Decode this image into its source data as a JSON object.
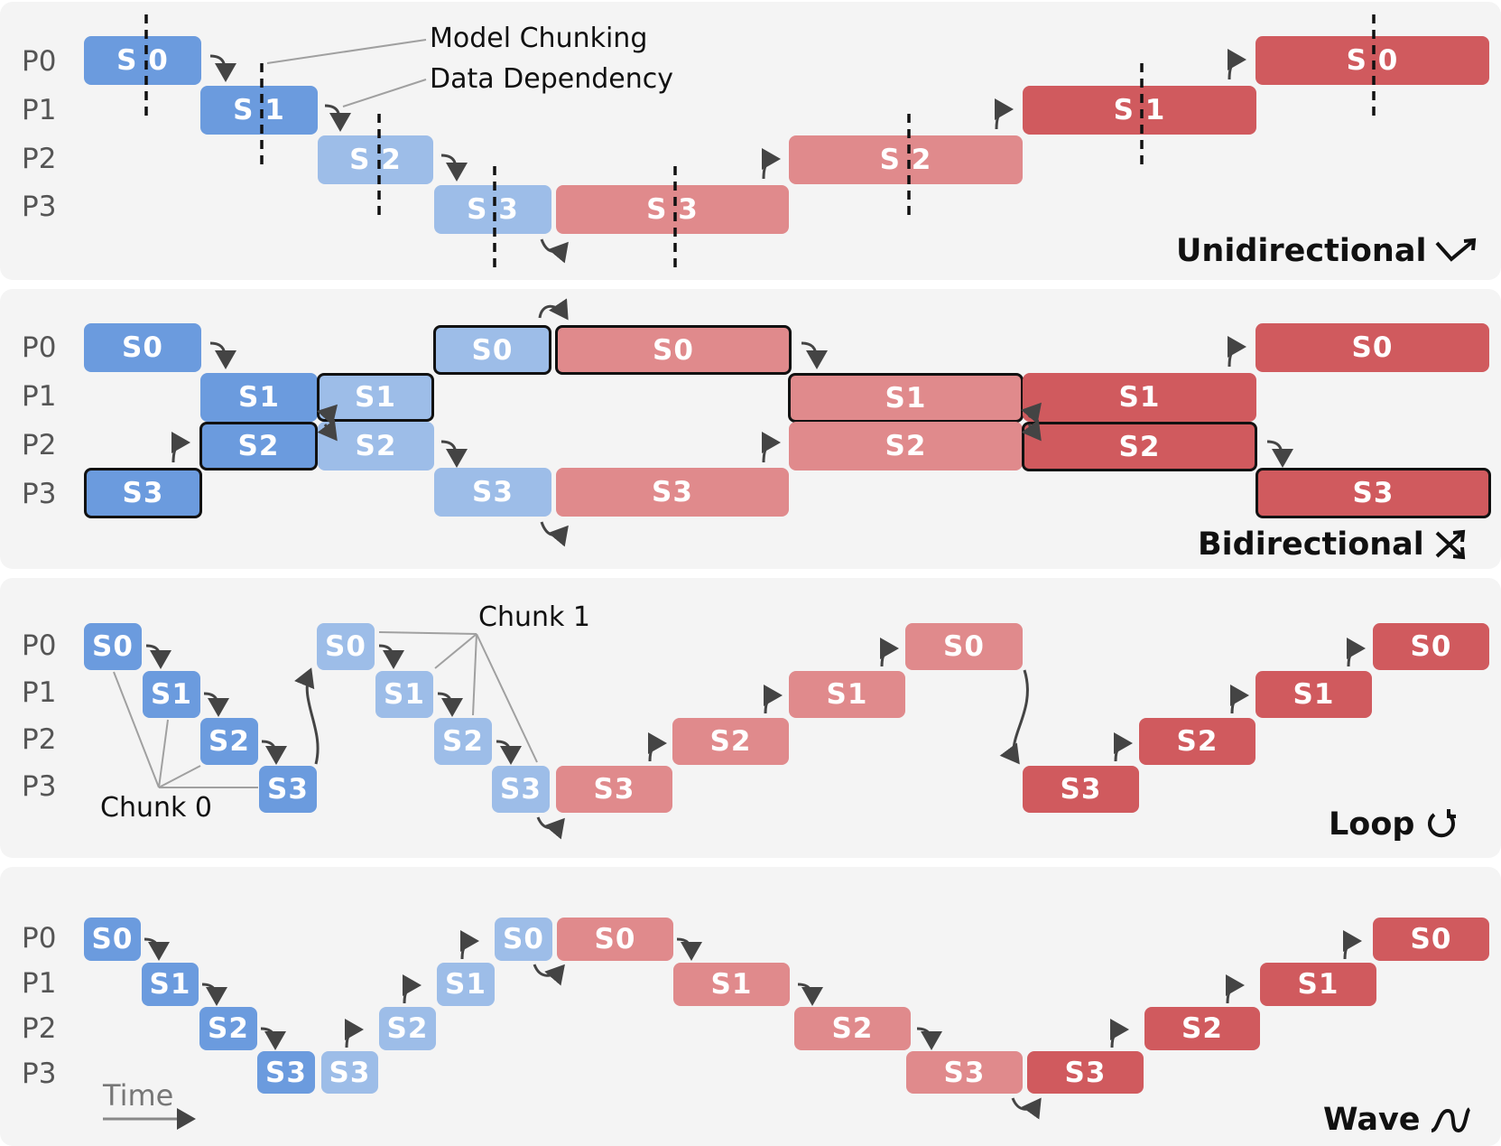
{
  "processors": [
    "P0",
    "P1",
    "P2",
    "P3"
  ],
  "panels": [
    {
      "title": "Unidirectional",
      "icon": "unidirectional-icon",
      "annotations": [
        "Model Chunking",
        "Data Dependency"
      ],
      "blocks": [
        {
          "label": "S 0",
          "color": "b1"
        },
        {
          "label": "S 1",
          "color": "b1"
        },
        {
          "label": "S 2",
          "color": "b2"
        },
        {
          "label": "S 3",
          "color": "b2"
        },
        {
          "label": "S 3",
          "color": "r1"
        },
        {
          "label": "S 2",
          "color": "r1"
        },
        {
          "label": "S 1",
          "color": "r2"
        },
        {
          "label": "S 0",
          "color": "r2"
        }
      ]
    },
    {
      "title": "Bidirectional",
      "icon": "bidirectional-icon",
      "blocks": [
        {
          "label": "S0",
          "color": "b1"
        },
        {
          "label": "S1",
          "color": "b1"
        },
        {
          "label": "S2",
          "color": "b1"
        },
        {
          "label": "S3",
          "color": "b1"
        },
        {
          "label": "S1",
          "color": "b2"
        },
        {
          "label": "S2",
          "color": "b2"
        },
        {
          "label": "S0",
          "color": "b2"
        },
        {
          "label": "S3",
          "color": "b2"
        },
        {
          "label": "S0",
          "color": "r1"
        },
        {
          "label": "S3",
          "color": "r1"
        },
        {
          "label": "S1",
          "color": "r1"
        },
        {
          "label": "S2",
          "color": "r1"
        },
        {
          "label": "S1",
          "color": "r2"
        },
        {
          "label": "S2",
          "color": "r2"
        },
        {
          "label": "S0",
          "color": "r2"
        },
        {
          "label": "S3",
          "color": "r2"
        }
      ]
    },
    {
      "title": "Loop",
      "icon": "loop-icon",
      "annotations": [
        "Chunk 1",
        "Chunk 0"
      ],
      "blocks": [
        {
          "label": "S0",
          "color": "b1"
        },
        {
          "label": "S1",
          "color": "b1"
        },
        {
          "label": "S2",
          "color": "b1"
        },
        {
          "label": "S3",
          "color": "b1"
        },
        {
          "label": "S0",
          "color": "b2"
        },
        {
          "label": "S1",
          "color": "b2"
        },
        {
          "label": "S2",
          "color": "b2"
        },
        {
          "label": "S3",
          "color": "b2"
        },
        {
          "label": "S3",
          "color": "r1"
        },
        {
          "label": "S2",
          "color": "r1"
        },
        {
          "label": "S1",
          "color": "r1"
        },
        {
          "label": "S0",
          "color": "r1"
        },
        {
          "label": "S3",
          "color": "r2"
        },
        {
          "label": "S2",
          "color": "r2"
        },
        {
          "label": "S1",
          "color": "r2"
        },
        {
          "label": "S0",
          "color": "r2"
        }
      ]
    },
    {
      "title": "Wave",
      "icon": "wave-icon",
      "time_label": "Time",
      "blocks": [
        {
          "label": "S0",
          "color": "b1"
        },
        {
          "label": "S1",
          "color": "b1"
        },
        {
          "label": "S2",
          "color": "b1"
        },
        {
          "label": "S3",
          "color": "b1"
        },
        {
          "label": "S3",
          "color": "b2"
        },
        {
          "label": "S2",
          "color": "b2"
        },
        {
          "label": "S1",
          "color": "b2"
        },
        {
          "label": "S0",
          "color": "b2"
        },
        {
          "label": "S0",
          "color": "r1"
        },
        {
          "label": "S1",
          "color": "r1"
        },
        {
          "label": "S2",
          "color": "r1"
        },
        {
          "label": "S3",
          "color": "r1"
        },
        {
          "label": "S3",
          "color": "r2"
        },
        {
          "label": "S2",
          "color": "r2"
        },
        {
          "label": "S1",
          "color": "r2"
        },
        {
          "label": "S0",
          "color": "r2"
        }
      ]
    }
  ],
  "colors": {
    "b1": "#6b9bde",
    "b2": "#9dbde8",
    "r1": "#e08a8c",
    "r2": "#d05a5e",
    "panel_bg": "#f4f4f4"
  }
}
